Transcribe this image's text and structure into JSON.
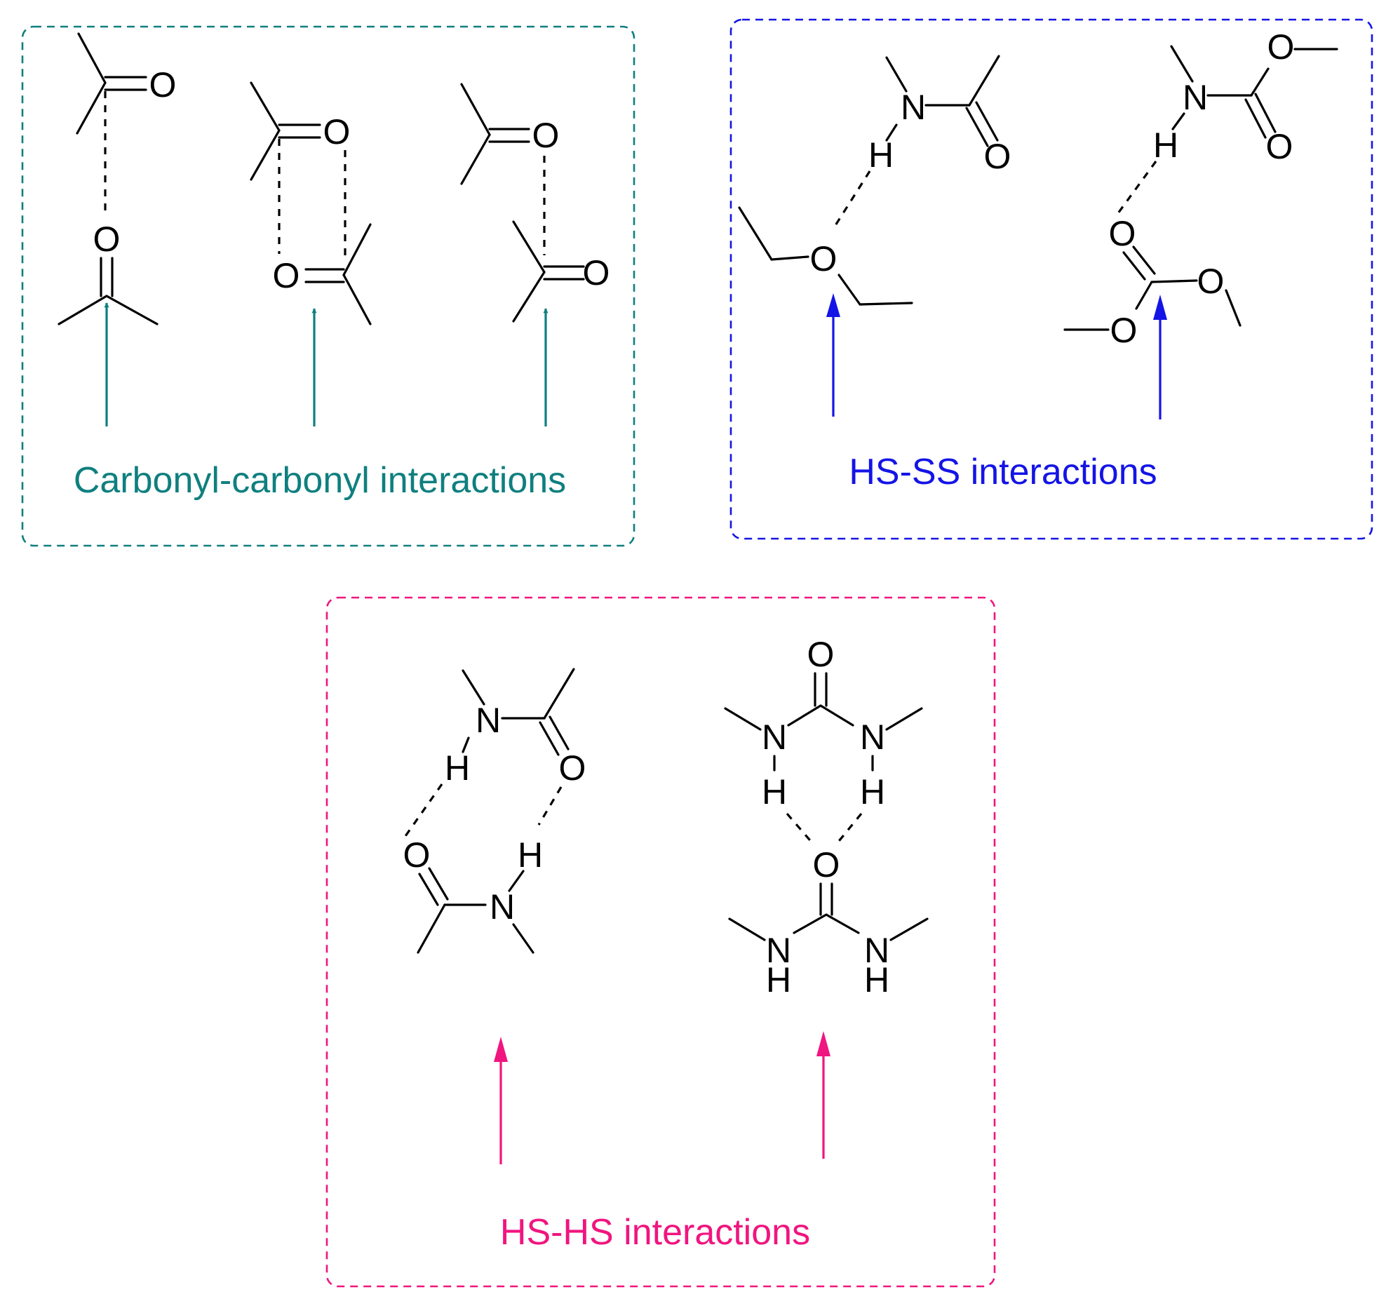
{
  "colors": {
    "carbonyl": "#0f7f7f",
    "hs_ss": "#1414e6",
    "hs_hs": "#f0157f",
    "structure": "#000000"
  },
  "panels": {
    "carbonyl": {
      "caption": "Carbonyl-carbonyl interactions"
    },
    "hs_ss": {
      "caption": "HS-SS interactions"
    },
    "hs_hs": {
      "caption": "HS-HS interactions"
    }
  },
  "atoms": {
    "oxygen": "O",
    "nitrogen": "N",
    "hydrogen": "H"
  }
}
